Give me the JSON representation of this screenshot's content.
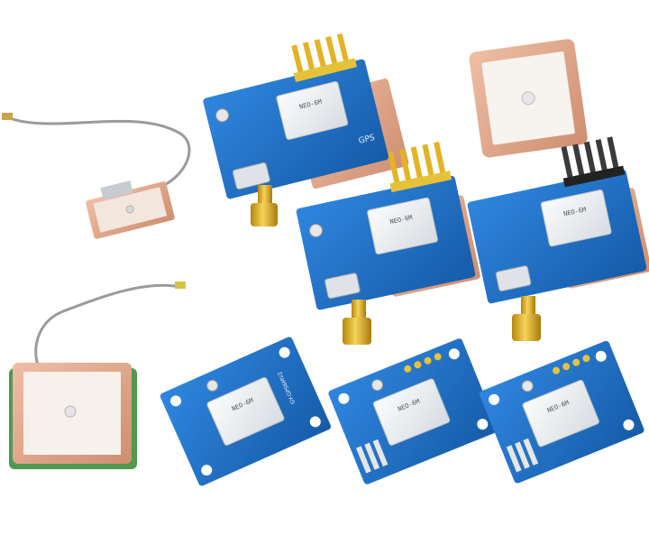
{
  "scene": {
    "background": "#ffffff",
    "subject": "gps-module-product-photo"
  },
  "labels": {
    "module_brand": "GPS",
    "chip_code": "NEO-6M",
    "module_tag": "GY-GPS6MV2"
  },
  "colors": {
    "pcb_blue": "#1f6fc9",
    "pcb_blue_dark": "#12509a",
    "antenna_ceramic": "#e3a98e",
    "antenna_ceramic_dark": "#c98a6c",
    "antenna_top": "#f6f2ec",
    "shield_metal": "#e9ecef",
    "gold": "#e3b325",
    "cable_gray": "#9b9b9b"
  }
}
